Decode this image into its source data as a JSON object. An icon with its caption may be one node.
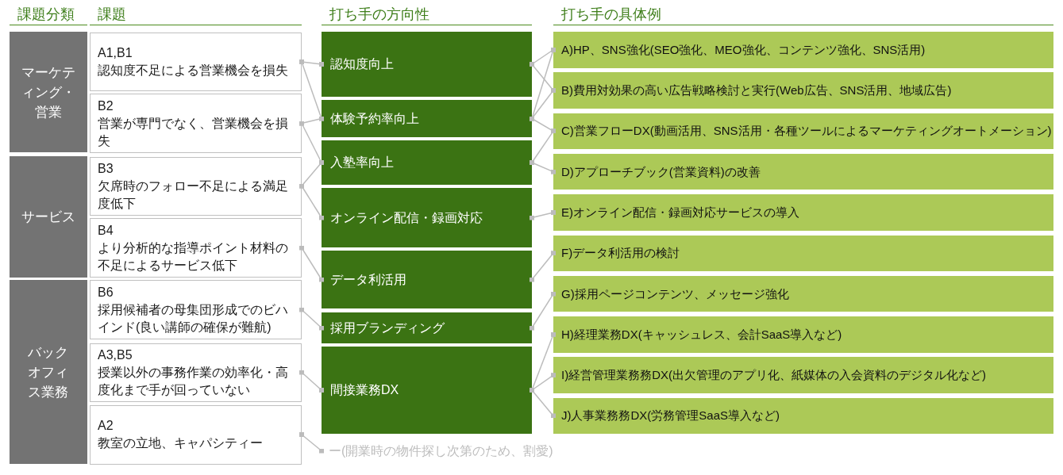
{
  "diagram": {
    "nodes": [
      {
        "text": [
          "マーケティング・営業"
        ]
      },
      {
        "text": [
          "サービス"
        ]
      },
      {
        "text": [
          "バックオフィス業務"
        ]
      },
      {
        "text": [
          "A1,B1",
          "認知度不足による営業機会を損失"
        ]
      },
      {
        "text": [
          "B2",
          "営業が専門でなく、営業機会を損失"
        ]
      },
      {
        "text": [
          "B3",
          "欠席時のフォロー不足による満足度低下"
        ]
      },
      {
        "text": [
          "B4",
          "より分析的な指導ポイント材料の不足によるサービス低下"
        ]
      },
      {
        "text": [
          "B6",
          "採用候補者の母集団形成でのビハインド(良い講師の確保が難航)"
        ]
      },
      {
        "text": [
          "A3,B5",
          "授業以外の事務作業の効率化・高度化まで手が回っていない"
        ]
      },
      {
        "text": [
          "A2",
          "教室の立地、キャパシティー"
        ]
      },
      {
        "text": [
          "認知度向上"
        ]
      },
      {
        "text": [
          "体験予約率向上"
        ]
      },
      {
        "text": [
          "入塾率向上"
        ]
      },
      {
        "text": [
          "オンライン配信・録画対応"
        ]
      },
      {
        "text": [
          "データ利活用"
        ]
      },
      {
        "text": [
          "採用ブランディング"
        ]
      },
      {
        "text": [
          "間接業務DX"
        ]
      },
      {
        "text": [
          "ー(開業時の物件探し次第のため、割愛)"
        ]
      },
      {
        "text": [
          "A)HP、SNS強化(SEO強化、MEO強化、コンテンツ強化、SNS活用)"
        ]
      },
      {
        "text": [
          "B)費用対効果の高い広告戦略検討と実行(Web広告、SNS活用、地域広告)"
        ]
      },
      {
        "text": [
          "C)営業フローDX(動画活用、SNS活用・各種ツールによるマーケティングオートメーション)"
        ]
      },
      {
        "text": [
          "D)アプローチブック(営業資料)の改善"
        ]
      },
      {
        "text": [
          "E)オンライン配信・録画対応サービスの導入"
        ]
      },
      {
        "text": [
          "F)データ利活用の検討"
        ]
      },
      {
        "text": [
          "G)採用ページコンテンツ、メッセージ強化"
        ]
      },
      {
        "text": [
          "H)経理業務DX(キャッシュレス、会計SaaS導入など)"
        ]
      },
      {
        "text": [
          "I)経営管理業務務DX(出欠管理のアプリ化、紙媒体の入会資料のデジタル化など)"
        ]
      },
      {
        "text": [
          "J)人事業務務DX(労務管理SaaS導入など)"
        ]
      }
    ],
    "edges": [
      {
        "from": 3,
        "to": 10,
        "arrow": "other"
      },
      {
        "from": 3,
        "to": 11,
        "arrow": "other"
      },
      {
        "from": 4,
        "to": 11,
        "arrow": "other"
      },
      {
        "from": 4,
        "to": 12,
        "arrow": "other"
      },
      {
        "from": 5,
        "to": 12,
        "arrow": "other"
      },
      {
        "from": 5,
        "to": 13,
        "arrow": "other"
      },
      {
        "from": 6,
        "to": 14,
        "arrow": "other"
      },
      {
        "from": 7,
        "to": 15,
        "arrow": "other"
      },
      {
        "from": 8,
        "to": 16,
        "arrow": "other"
      },
      {
        "from": 9,
        "to": 17,
        "arrow": "other"
      },
      {
        "from": 10,
        "to": 18,
        "arrow": "other"
      },
      {
        "from": 10,
        "to": 19,
        "arrow": "other"
      },
      {
        "from": 11,
        "to": 18,
        "arrow": "other"
      },
      {
        "from": 11,
        "to": 19,
        "arrow": "other"
      },
      {
        "from": 11,
        "to": 20,
        "arrow": "other"
      },
      {
        "from": 12,
        "to": 20,
        "arrow": "other"
      },
      {
        "from": 12,
        "to": 21,
        "arrow": "other"
      },
      {
        "from": 13,
        "to": 22,
        "arrow": "other"
      },
      {
        "from": 14,
        "to": 23,
        "arrow": "other"
      },
      {
        "from": 15,
        "to": 24,
        "arrow": "other"
      },
      {
        "from": 16,
        "to": 25,
        "arrow": "other"
      },
      {
        "from": 16,
        "to": 26,
        "arrow": "other"
      },
      {
        "from": 16,
        "to": 27,
        "arrow": "other"
      }
    ],
    "labels": [
      "課題分類",
      "課題",
      "打ち手の方向性",
      "打ち手の具体例"
    ]
  }
}
